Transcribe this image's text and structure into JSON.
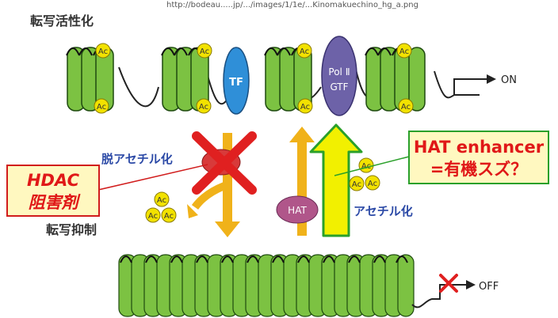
{
  "url_fragment": "http://bodeau.....jp/.../images/1/1e/...Kinomakuechino_hg_a.png",
  "labels": {
    "active": "転写活性化",
    "repressed": "転写抑制",
    "deacetylation": "脱アセチル化",
    "acetylation": "アセチル化",
    "on": "ON",
    "off": "OFF",
    "tf": "TF",
    "pol_line1": "Pol Ⅱ",
    "pol_line2": "GTF",
    "hat": "HAT",
    "ac": "Ac"
  },
  "callouts": {
    "hdac": {
      "line1": "HDAC",
      "line2": "阻害剤"
    },
    "hat": {
      "line1": "HAT enhancer",
      "line2": "=有機スズ？"
    }
  },
  "colors": {
    "nucleosome": "#7cc242",
    "ac": "#f2e200",
    "arrow_orange": "#f0b21a",
    "arrow_green_fill": "#f2f000",
    "arrow_green_edge": "#2aa02a",
    "tf": "#2f8fd8",
    "pol": "#6d62a8",
    "hat": "#b0568a",
    "hdac": "#d83a3a",
    "cross": "#e02020"
  }
}
